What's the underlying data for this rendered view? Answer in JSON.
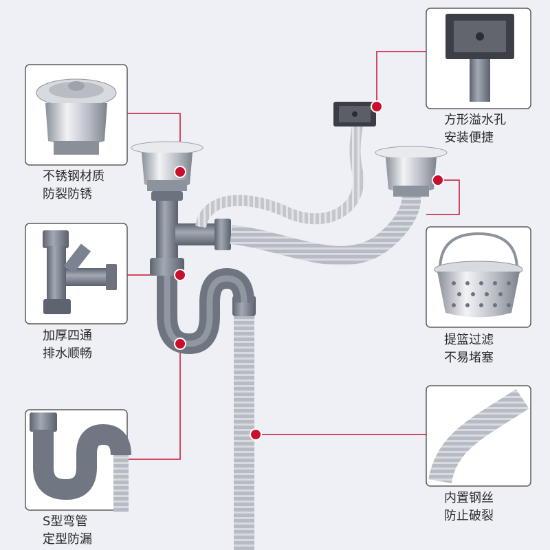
{
  "callouts": [
    {
      "id": "stainless-strainer",
      "line1": "不锈钢材质",
      "line2": "防裂防锈"
    },
    {
      "id": "four-way-connector",
      "line1": "加厚四通",
      "line2": "排水顺畅"
    },
    {
      "id": "s-trap",
      "line1": "S型弯管",
      "line2": "定型防漏"
    },
    {
      "id": "square-overflow",
      "line1": "方形溢水孔",
      "line2": "安装便捷"
    },
    {
      "id": "basket-strainer",
      "line1": "提篮过滤",
      "line2": "不易堵塞"
    },
    {
      "id": "reinforced-hose",
      "line1": "内置钢丝",
      "line2": "防止破裂"
    }
  ],
  "colors": {
    "background": "#eef0f6",
    "leader_line": "#c8102e",
    "dot": "#c8102e",
    "pipe_gray": "#7c8390",
    "hose_gray": "#b4b8c0",
    "steel": "#c9ccd2",
    "panel_border": "#5a5a5a"
  }
}
